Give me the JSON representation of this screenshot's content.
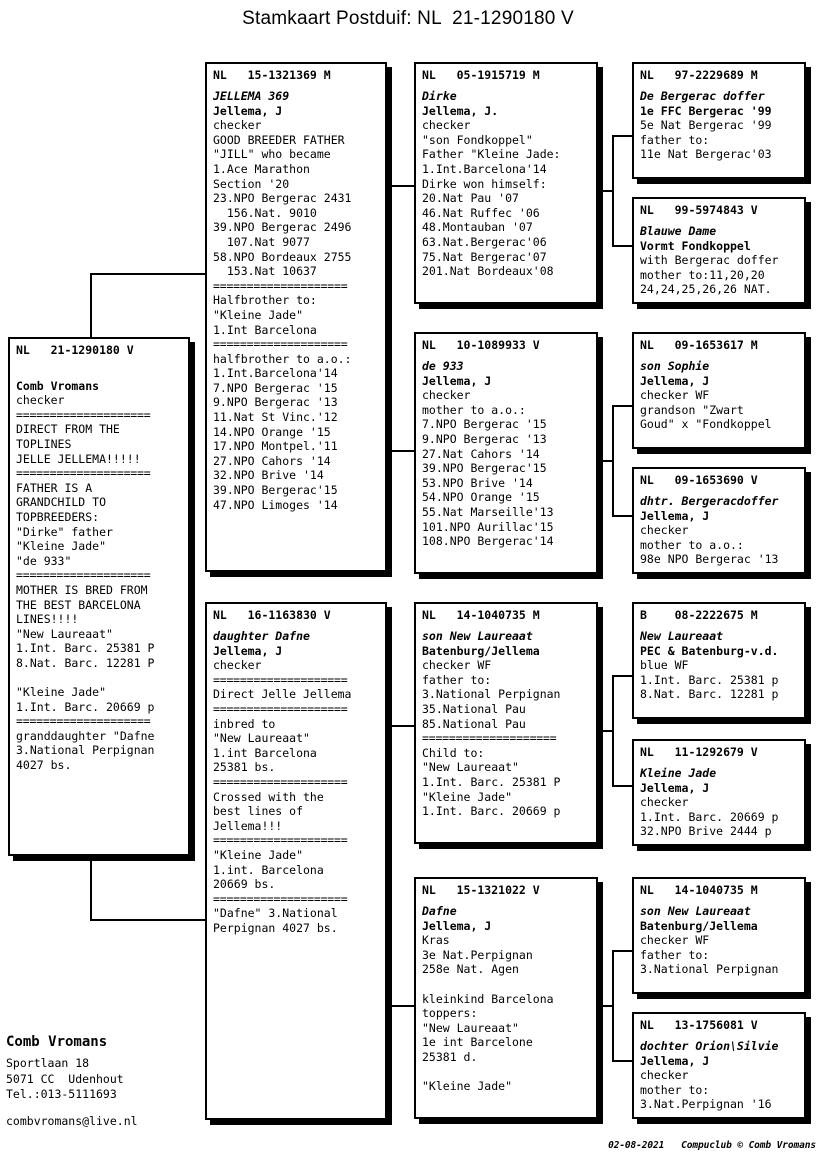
{
  "title": "Stamkaart Postduif: NL  21-1290180 V",
  "subject": {
    "ring": "NL   21-1290180 V",
    "lines": [
      {
        "t": "",
        "s": "n"
      },
      {
        "t": "Comb Vromans",
        "s": "b"
      },
      {
        "t": "checker",
        "s": "n"
      },
      {
        "t": "====================",
        "s": "n"
      },
      {
        "t": "DIRECT FROM THE",
        "s": "n"
      },
      {
        "t": "TOPLINES",
        "s": "n"
      },
      {
        "t": "JELLE JELLEMA!!!!!",
        "s": "n"
      },
      {
        "t": "====================",
        "s": "n"
      },
      {
        "t": "FATHER IS A",
        "s": "n"
      },
      {
        "t": "GRANDCHILD TO",
        "s": "n"
      },
      {
        "t": "TOPBREEDERS:",
        "s": "n"
      },
      {
        "t": "\"Dirke\" father",
        "s": "n"
      },
      {
        "t": "\"Kleine Jade\"",
        "s": "n"
      },
      {
        "t": "\"de 933\"",
        "s": "n"
      },
      {
        "t": "====================",
        "s": "n"
      },
      {
        "t": "MOTHER IS BRED FROM",
        "s": "n"
      },
      {
        "t": "THE BEST BARCELONA",
        "s": "n"
      },
      {
        "t": "LINES!!!!",
        "s": "n"
      },
      {
        "t": "\"New Laureaat\"",
        "s": "n"
      },
      {
        "t": "1.Int. Barc. 25381 P",
        "s": "n"
      },
      {
        "t": "8.Nat. Barc. 12281 P",
        "s": "n"
      },
      {
        "t": "",
        "s": "n"
      },
      {
        "t": "\"Kleine Jade\"",
        "s": "n"
      },
      {
        "t": "1.Int. Barc. 20669 p",
        "s": "n"
      },
      {
        "t": "====================",
        "s": "n"
      },
      {
        "t": "granddaughter \"Dafne",
        "s": "n"
      },
      {
        "t": "3.National Perpignan",
        "s": "n"
      },
      {
        "t": "4027 bs.",
        "s": "n"
      }
    ]
  },
  "gen2": [
    {
      "ring": "NL   15-1321369 M",
      "lines": [
        {
          "t": "JELLEMA 369",
          "s": "i"
        },
        {
          "t": "Jellema, J",
          "s": "b"
        },
        {
          "t": "checker",
          "s": "n"
        },
        {
          "t": "GOOD BREEDER FATHER",
          "s": "n"
        },
        {
          "t": "\"JILL\" who became",
          "s": "n"
        },
        {
          "t": "1.Ace Marathon",
          "s": "n"
        },
        {
          "t": "Section '20",
          "s": "n"
        },
        {
          "t": "23.NPO Bergerac 2431",
          "s": "n"
        },
        {
          "t": "  156.Nat. 9010",
          "s": "n"
        },
        {
          "t": "39.NPO Bergerac 2496",
          "s": "n"
        },
        {
          "t": "  107.Nat 9077",
          "s": "n"
        },
        {
          "t": "58.NPO Bordeaux 2755",
          "s": "n"
        },
        {
          "t": "  153.Nat 10637",
          "s": "n"
        },
        {
          "t": "====================",
          "s": "n"
        },
        {
          "t": "Halfbrother to:",
          "s": "n"
        },
        {
          "t": "\"Kleine Jade\"",
          "s": "n"
        },
        {
          "t": "1.Int Barcelona",
          "s": "n"
        },
        {
          "t": "====================",
          "s": "n"
        },
        {
          "t": "halfbrother to a.o.:",
          "s": "n"
        },
        {
          "t": "1.Int.Barcelona'14",
          "s": "n"
        },
        {
          "t": "7.NPO Bergerac '15",
          "s": "n"
        },
        {
          "t": "9.NPO Bergerac '13",
          "s": "n"
        },
        {
          "t": "11.Nat St Vinc.'12",
          "s": "n"
        },
        {
          "t": "14.NPO Orange '15",
          "s": "n"
        },
        {
          "t": "17.NPO Montpel.'11",
          "s": "n"
        },
        {
          "t": "27.NPO Cahors '14",
          "s": "n"
        },
        {
          "t": "32.NPO Brive '14",
          "s": "n"
        },
        {
          "t": "39.NPO Bergerac'15",
          "s": "n"
        },
        {
          "t": "47.NPO Limoges '14",
          "s": "n"
        }
      ]
    },
    {
      "ring": "NL   16-1163830 V",
      "lines": [
        {
          "t": "daughter Dafne",
          "s": "i"
        },
        {
          "t": "Jellema, J",
          "s": "b"
        },
        {
          "t": "checker",
          "s": "n"
        },
        {
          "t": "====================",
          "s": "n"
        },
        {
          "t": "Direct Jelle Jellema",
          "s": "n"
        },
        {
          "t": "====================",
          "s": "n"
        },
        {
          "t": "inbred to",
          "s": "n"
        },
        {
          "t": "\"New Laureaat\"",
          "s": "n"
        },
        {
          "t": "1.int Barcelona",
          "s": "n"
        },
        {
          "t": "25381 bs.",
          "s": "n"
        },
        {
          "t": "====================",
          "s": "n"
        },
        {
          "t": "Crossed with the",
          "s": "n"
        },
        {
          "t": "best lines of",
          "s": "n"
        },
        {
          "t": "Jellema!!!",
          "s": "n"
        },
        {
          "t": "====================",
          "s": "n"
        },
        {
          "t": "\"Kleine Jade\"",
          "s": "n"
        },
        {
          "t": "1.int. Barcelona",
          "s": "n"
        },
        {
          "t": "20669 bs.",
          "s": "n"
        },
        {
          "t": "====================",
          "s": "n"
        },
        {
          "t": "\"Dafne\" 3.National",
          "s": "n"
        },
        {
          "t": "Perpignan 4027 bs.",
          "s": "n"
        }
      ]
    }
  ],
  "gen3": [
    {
      "ring": "NL   05-1915719 M",
      "lines": [
        {
          "t": "Dirke",
          "s": "i"
        },
        {
          "t": "Jellema, J.",
          "s": "b"
        },
        {
          "t": "checker",
          "s": "n"
        },
        {
          "t": "\"son Fondkoppel\"",
          "s": "n"
        },
        {
          "t": "Father \"Kleine Jade:",
          "s": "n"
        },
        {
          "t": "1.Int.Barcelona'14",
          "s": "n"
        },
        {
          "t": "Dirke won himself:",
          "s": "n"
        },
        {
          "t": "20.Nat Pau '07",
          "s": "n"
        },
        {
          "t": "46.Nat Ruffec '06",
          "s": "n"
        },
        {
          "t": "48.Montauban '07",
          "s": "n"
        },
        {
          "t": "63.Nat.Bergerac'06",
          "s": "n"
        },
        {
          "t": "75.Nat Bergerac'07",
          "s": "n"
        },
        {
          "t": "201.Nat Bordeaux'08",
          "s": "n"
        }
      ]
    },
    {
      "ring": "NL   10-1089933 V",
      "lines": [
        {
          "t": "de 933",
          "s": "i"
        },
        {
          "t": "Jellema, J",
          "s": "b"
        },
        {
          "t": "checker",
          "s": "n"
        },
        {
          "t": "mother to a.o.:",
          "s": "n"
        },
        {
          "t": "7.NPO Bergerac '15",
          "s": "n"
        },
        {
          "t": "9.NPO Bergerac '13",
          "s": "n"
        },
        {
          "t": "27.Nat Cahors '14",
          "s": "n"
        },
        {
          "t": "39.NPO Bergerac'15",
          "s": "n"
        },
        {
          "t": "53.NPO Brive '14",
          "s": "n"
        },
        {
          "t": "54.NPO Orange '15",
          "s": "n"
        },
        {
          "t": "55.Nat Marseille'13",
          "s": "n"
        },
        {
          "t": "101.NPO Aurillac'15",
          "s": "n"
        },
        {
          "t": "108.NPO Bergerac'14",
          "s": "n"
        }
      ]
    },
    {
      "ring": "NL   14-1040735 M",
      "lines": [
        {
          "t": "son New Laureaat",
          "s": "i"
        },
        {
          "t": "Batenburg/Jellema",
          "s": "b"
        },
        {
          "t": "checker WF",
          "s": "n"
        },
        {
          "t": "father to:",
          "s": "n"
        },
        {
          "t": "3.National Perpignan",
          "s": "n"
        },
        {
          "t": "35.National Pau",
          "s": "n"
        },
        {
          "t": "85.National Pau",
          "s": "n"
        },
        {
          "t": "====================",
          "s": "n"
        },
        {
          "t": "Child to:",
          "s": "n"
        },
        {
          "t": "\"New Laureaat\"",
          "s": "n"
        },
        {
          "t": "1.Int. Barc. 25381 P",
          "s": "n"
        },
        {
          "t": "\"Kleine Jade\"",
          "s": "n"
        },
        {
          "t": "1.Int. Barc. 20669 p",
          "s": "n"
        }
      ]
    },
    {
      "ring": "NL   15-1321022 V",
      "lines": [
        {
          "t": "Dafne",
          "s": "i"
        },
        {
          "t": "Jellema, J",
          "s": "b"
        },
        {
          "t": "Kras",
          "s": "n"
        },
        {
          "t": "3e Nat.Perpignan",
          "s": "n"
        },
        {
          "t": "258e Nat. Agen",
          "s": "n"
        },
        {
          "t": "",
          "s": "n"
        },
        {
          "t": "kleinkind Barcelona",
          "s": "n"
        },
        {
          "t": "toppers:",
          "s": "n"
        },
        {
          "t": "\"New Laureaat\"",
          "s": "n"
        },
        {
          "t": "1e int Barcelone",
          "s": "n"
        },
        {
          "t": "25381 d.",
          "s": "n"
        },
        {
          "t": "",
          "s": "n"
        },
        {
          "t": "\"Kleine Jade\"",
          "s": "n"
        }
      ]
    }
  ],
  "gen4": [
    {
      "ring": "NL   97-2229689 M",
      "lines": [
        {
          "t": "De Bergerac doffer",
          "s": "i"
        },
        {
          "t": "1e FFC Bergerac '99",
          "s": "b"
        },
        {
          "t": "5e Nat Bergerac '99",
          "s": "n"
        },
        {
          "t": "father to:",
          "s": "n"
        },
        {
          "t": "11e Nat Bergerac'03",
          "s": "n"
        }
      ]
    },
    {
      "ring": "NL   99-5974843 V",
      "lines": [
        {
          "t": "Blauwe Dame",
          "s": "i"
        },
        {
          "t": "Vormt Fondkoppel",
          "s": "b"
        },
        {
          "t": "with Bergerac doffer",
          "s": "n"
        },
        {
          "t": "mother to:11,20,20",
          "s": "n"
        },
        {
          "t": "24,24,25,26,26 NAT.",
          "s": "n"
        }
      ]
    },
    {
      "ring": "NL   09-1653617 M",
      "lines": [
        {
          "t": "son Sophie",
          "s": "i"
        },
        {
          "t": "Jellema, J",
          "s": "b"
        },
        {
          "t": "checker WF",
          "s": "n"
        },
        {
          "t": "grandson \"Zwart",
          "s": "n"
        },
        {
          "t": "Goud\" x \"Fondkoppel",
          "s": "n"
        }
      ]
    },
    {
      "ring": "NL   09-1653690 V",
      "lines": [
        {
          "t": "dhtr. Bergeracdoffer",
          "s": "i"
        },
        {
          "t": "Jellema, J",
          "s": "b"
        },
        {
          "t": "checker",
          "s": "n"
        },
        {
          "t": "mother to a.o.:",
          "s": "n"
        },
        {
          "t": "98e NPO Bergerac '13",
          "s": "n"
        }
      ]
    },
    {
      "ring": "B    08-2222675 M",
      "lines": [
        {
          "t": "New Laureaat",
          "s": "i"
        },
        {
          "t": "PEC & Batenburg-v.d.",
          "s": "b"
        },
        {
          "t": "blue WF",
          "s": "n"
        },
        {
          "t": "1.Int. Barc. 25381 p",
          "s": "n"
        },
        {
          "t": "8.Nat. Barc. 12281 p",
          "s": "n"
        }
      ]
    },
    {
      "ring": "NL   11-1292679 V",
      "lines": [
        {
          "t": "Kleine Jade",
          "s": "i"
        },
        {
          "t": "Jellema, J",
          "s": "b"
        },
        {
          "t": "checker",
          "s": "n"
        },
        {
          "t": "1.Int. Barc. 20669 p",
          "s": "n"
        },
        {
          "t": "32.NPO Brive 2444 p",
          "s": "n"
        }
      ]
    },
    {
      "ring": "NL   14-1040735 M",
      "lines": [
        {
          "t": "son New Laureaat",
          "s": "i"
        },
        {
          "t": "Batenburg/Jellema",
          "s": "b"
        },
        {
          "t": "checker WF",
          "s": "n"
        },
        {
          "t": "father to:",
          "s": "n"
        },
        {
          "t": "3.National Perpignan",
          "s": "n"
        }
      ]
    },
    {
      "ring": "NL   13-1756081 V",
      "lines": [
        {
          "t": "dochter Orion\\Silvie",
          "s": "i"
        },
        {
          "t": "Jellema, J",
          "s": "b"
        },
        {
          "t": "checker",
          "s": "n"
        },
        {
          "t": "mother to:",
          "s": "n"
        },
        {
          "t": "3.Nat.Perpignan '16",
          "s": "n"
        }
      ]
    }
  ],
  "owner": {
    "name": "Comb Vromans",
    "address1": "Sportlaan 18",
    "address2": "5071 CC  Udenhout",
    "phone": "Tel.:013-5111693",
    "email": "combvromans@live.nl"
  },
  "credit": "02-08-2021   Compuclub © Comb Vromans"
}
